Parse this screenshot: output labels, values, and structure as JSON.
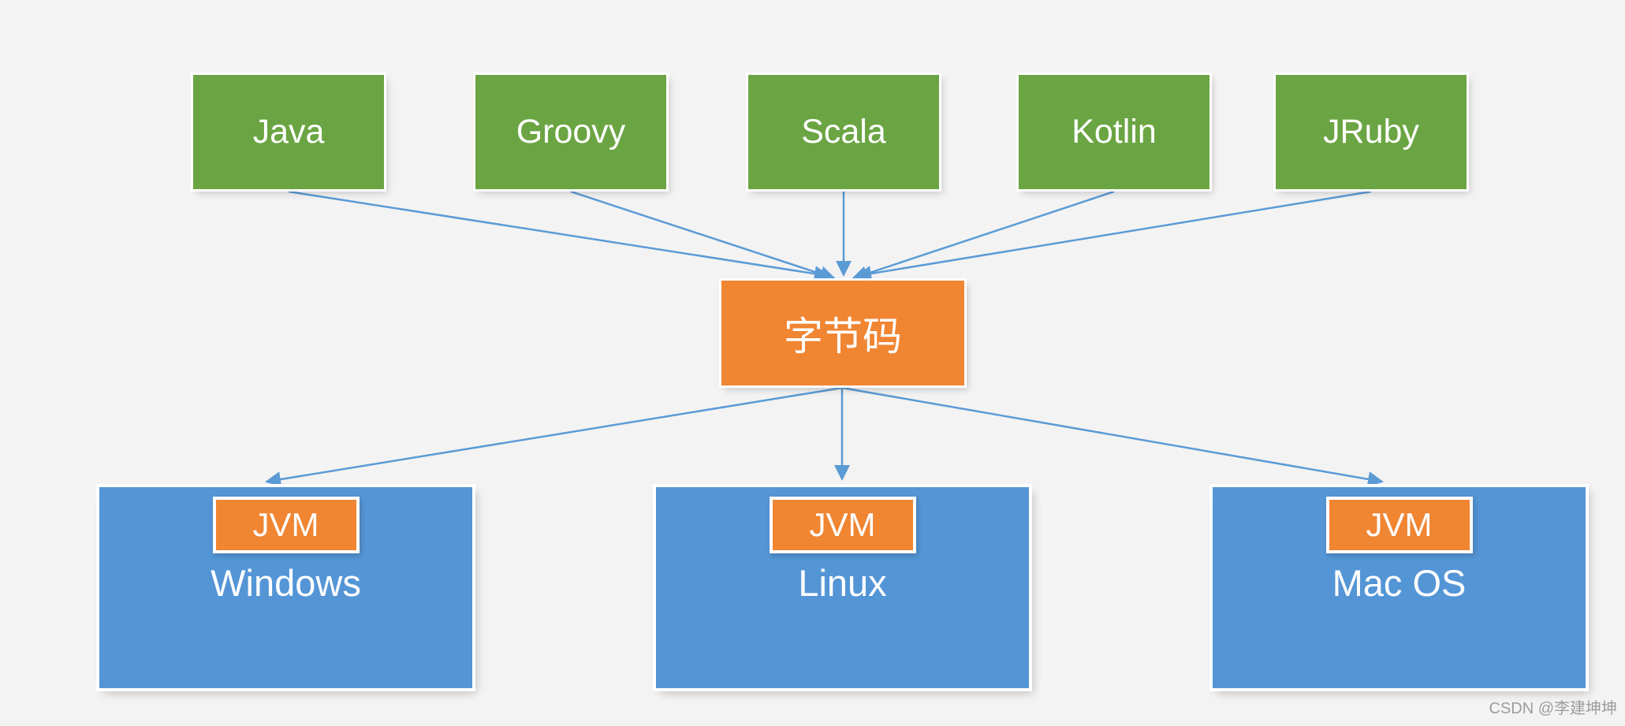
{
  "diagram": {
    "languages": [
      {
        "label": "Java"
      },
      {
        "label": "Groovy"
      },
      {
        "label": "Scala"
      },
      {
        "label": "Kotlin"
      },
      {
        "label": "JRuby"
      }
    ],
    "bytecode": {
      "label": "字节码"
    },
    "platforms": [
      {
        "jvm": "JVM",
        "os": "Windows"
      },
      {
        "jvm": "JVM",
        "os": "Linux"
      },
      {
        "jvm": "JVM",
        "os": "Mac OS"
      }
    ],
    "watermark": "CSDN @李建坤坤"
  },
  "colors": {
    "background": "#f3f3f3",
    "language_box": "#6ba543",
    "bytecode_box": "#f08532",
    "platform_box": "#5495d6",
    "jvm_badge": "#f08532",
    "arrow": "#5b9bd5",
    "box_text": "#ffffff",
    "watermark_text": "#9c9c9c"
  }
}
